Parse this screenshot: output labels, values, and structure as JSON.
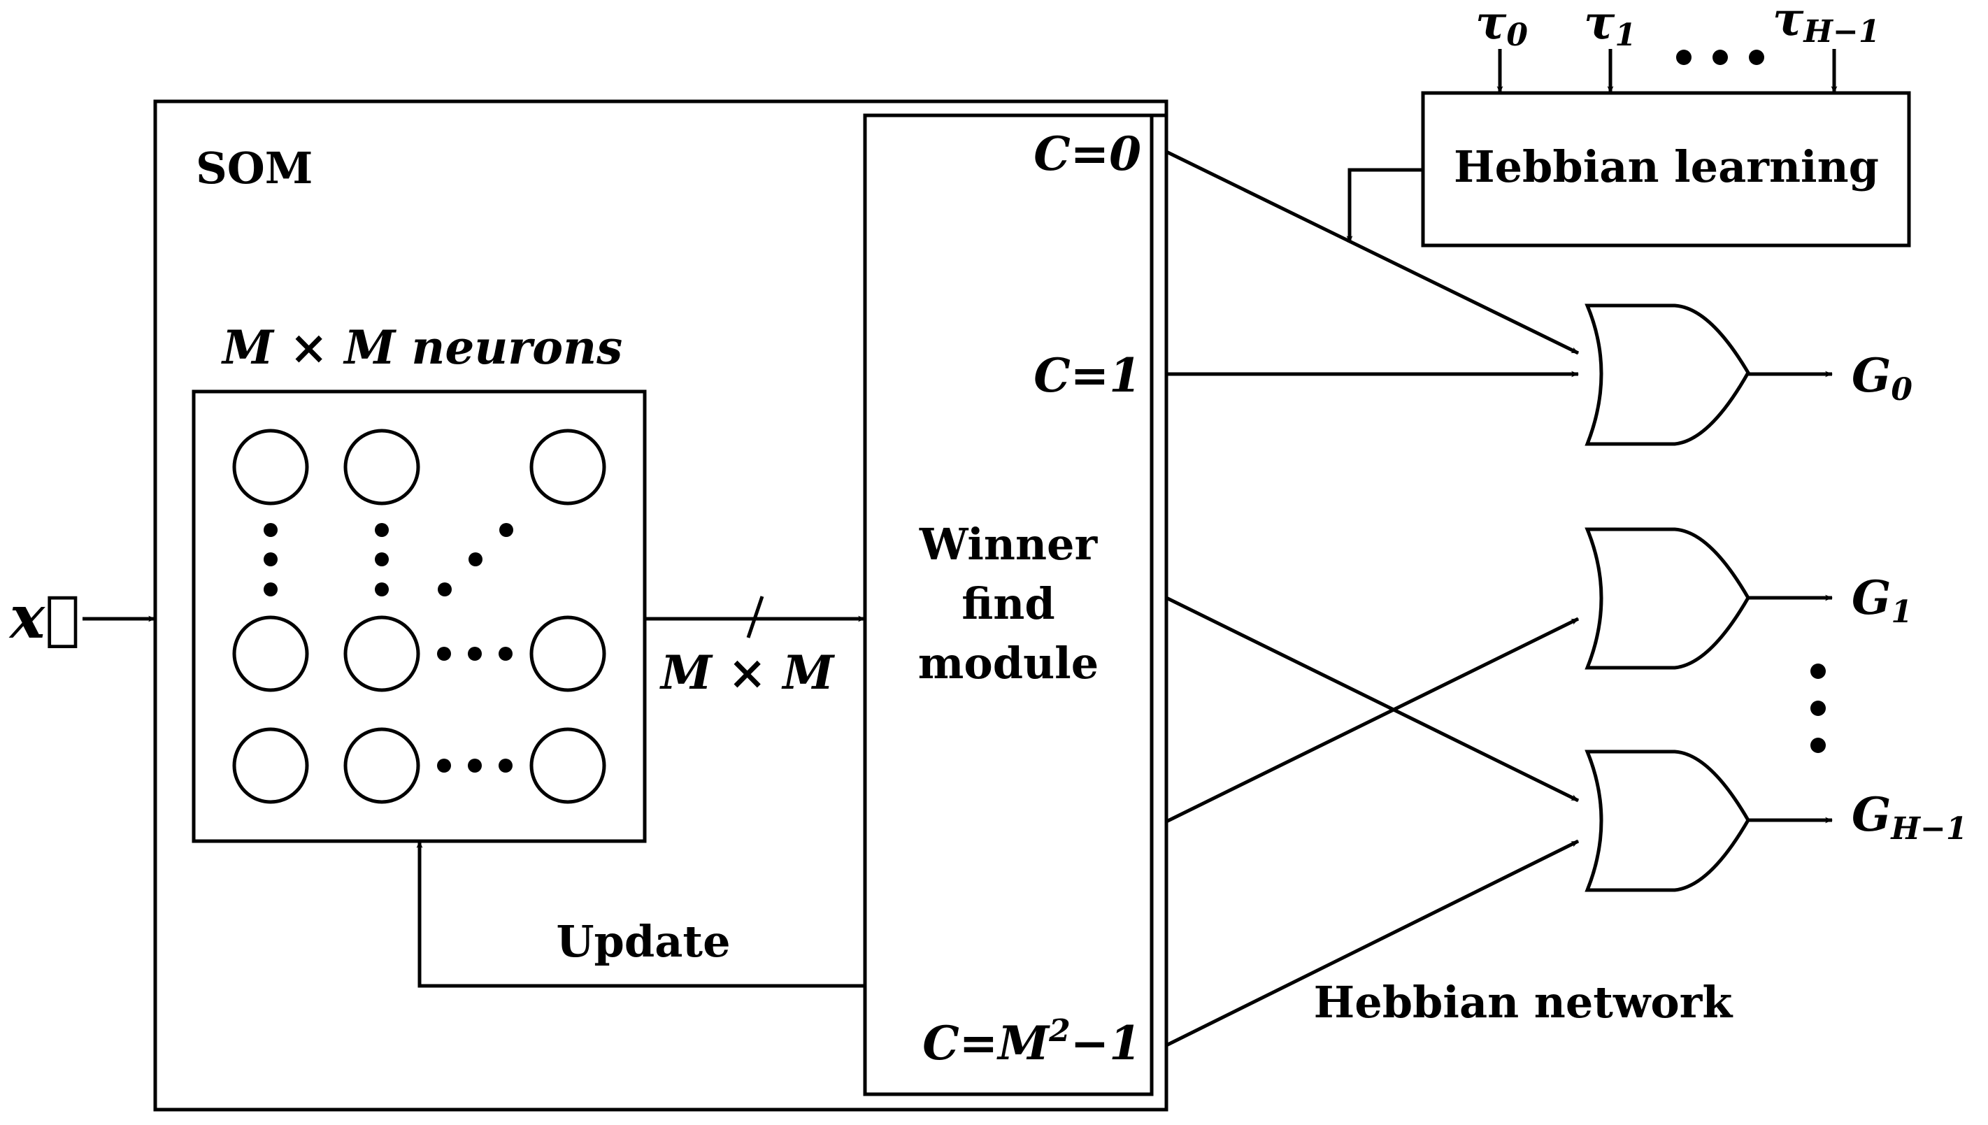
{
  "input": {
    "label": "x⃗"
  },
  "som": {
    "title": "SOM",
    "neurons_label": "M × M neurons",
    "bus_label": "M × M",
    "update_label": "Update"
  },
  "winner": {
    "lines": [
      "Winner",
      "find",
      "module"
    ]
  },
  "outputs": {
    "c0": "C=0",
    "c1": "C=1",
    "clast_base": "C=M",
    "clast_exp": "2",
    "clast_tail": "−1"
  },
  "hebbian": {
    "learning_label": "Hebbian learning",
    "network_label": "Hebbian network",
    "tau_base": "τ",
    "tau_subs": [
      "0",
      "1",
      "H−1"
    ],
    "gate_base": "G",
    "gate_subs": [
      "0",
      "1",
      "H−1"
    ]
  }
}
